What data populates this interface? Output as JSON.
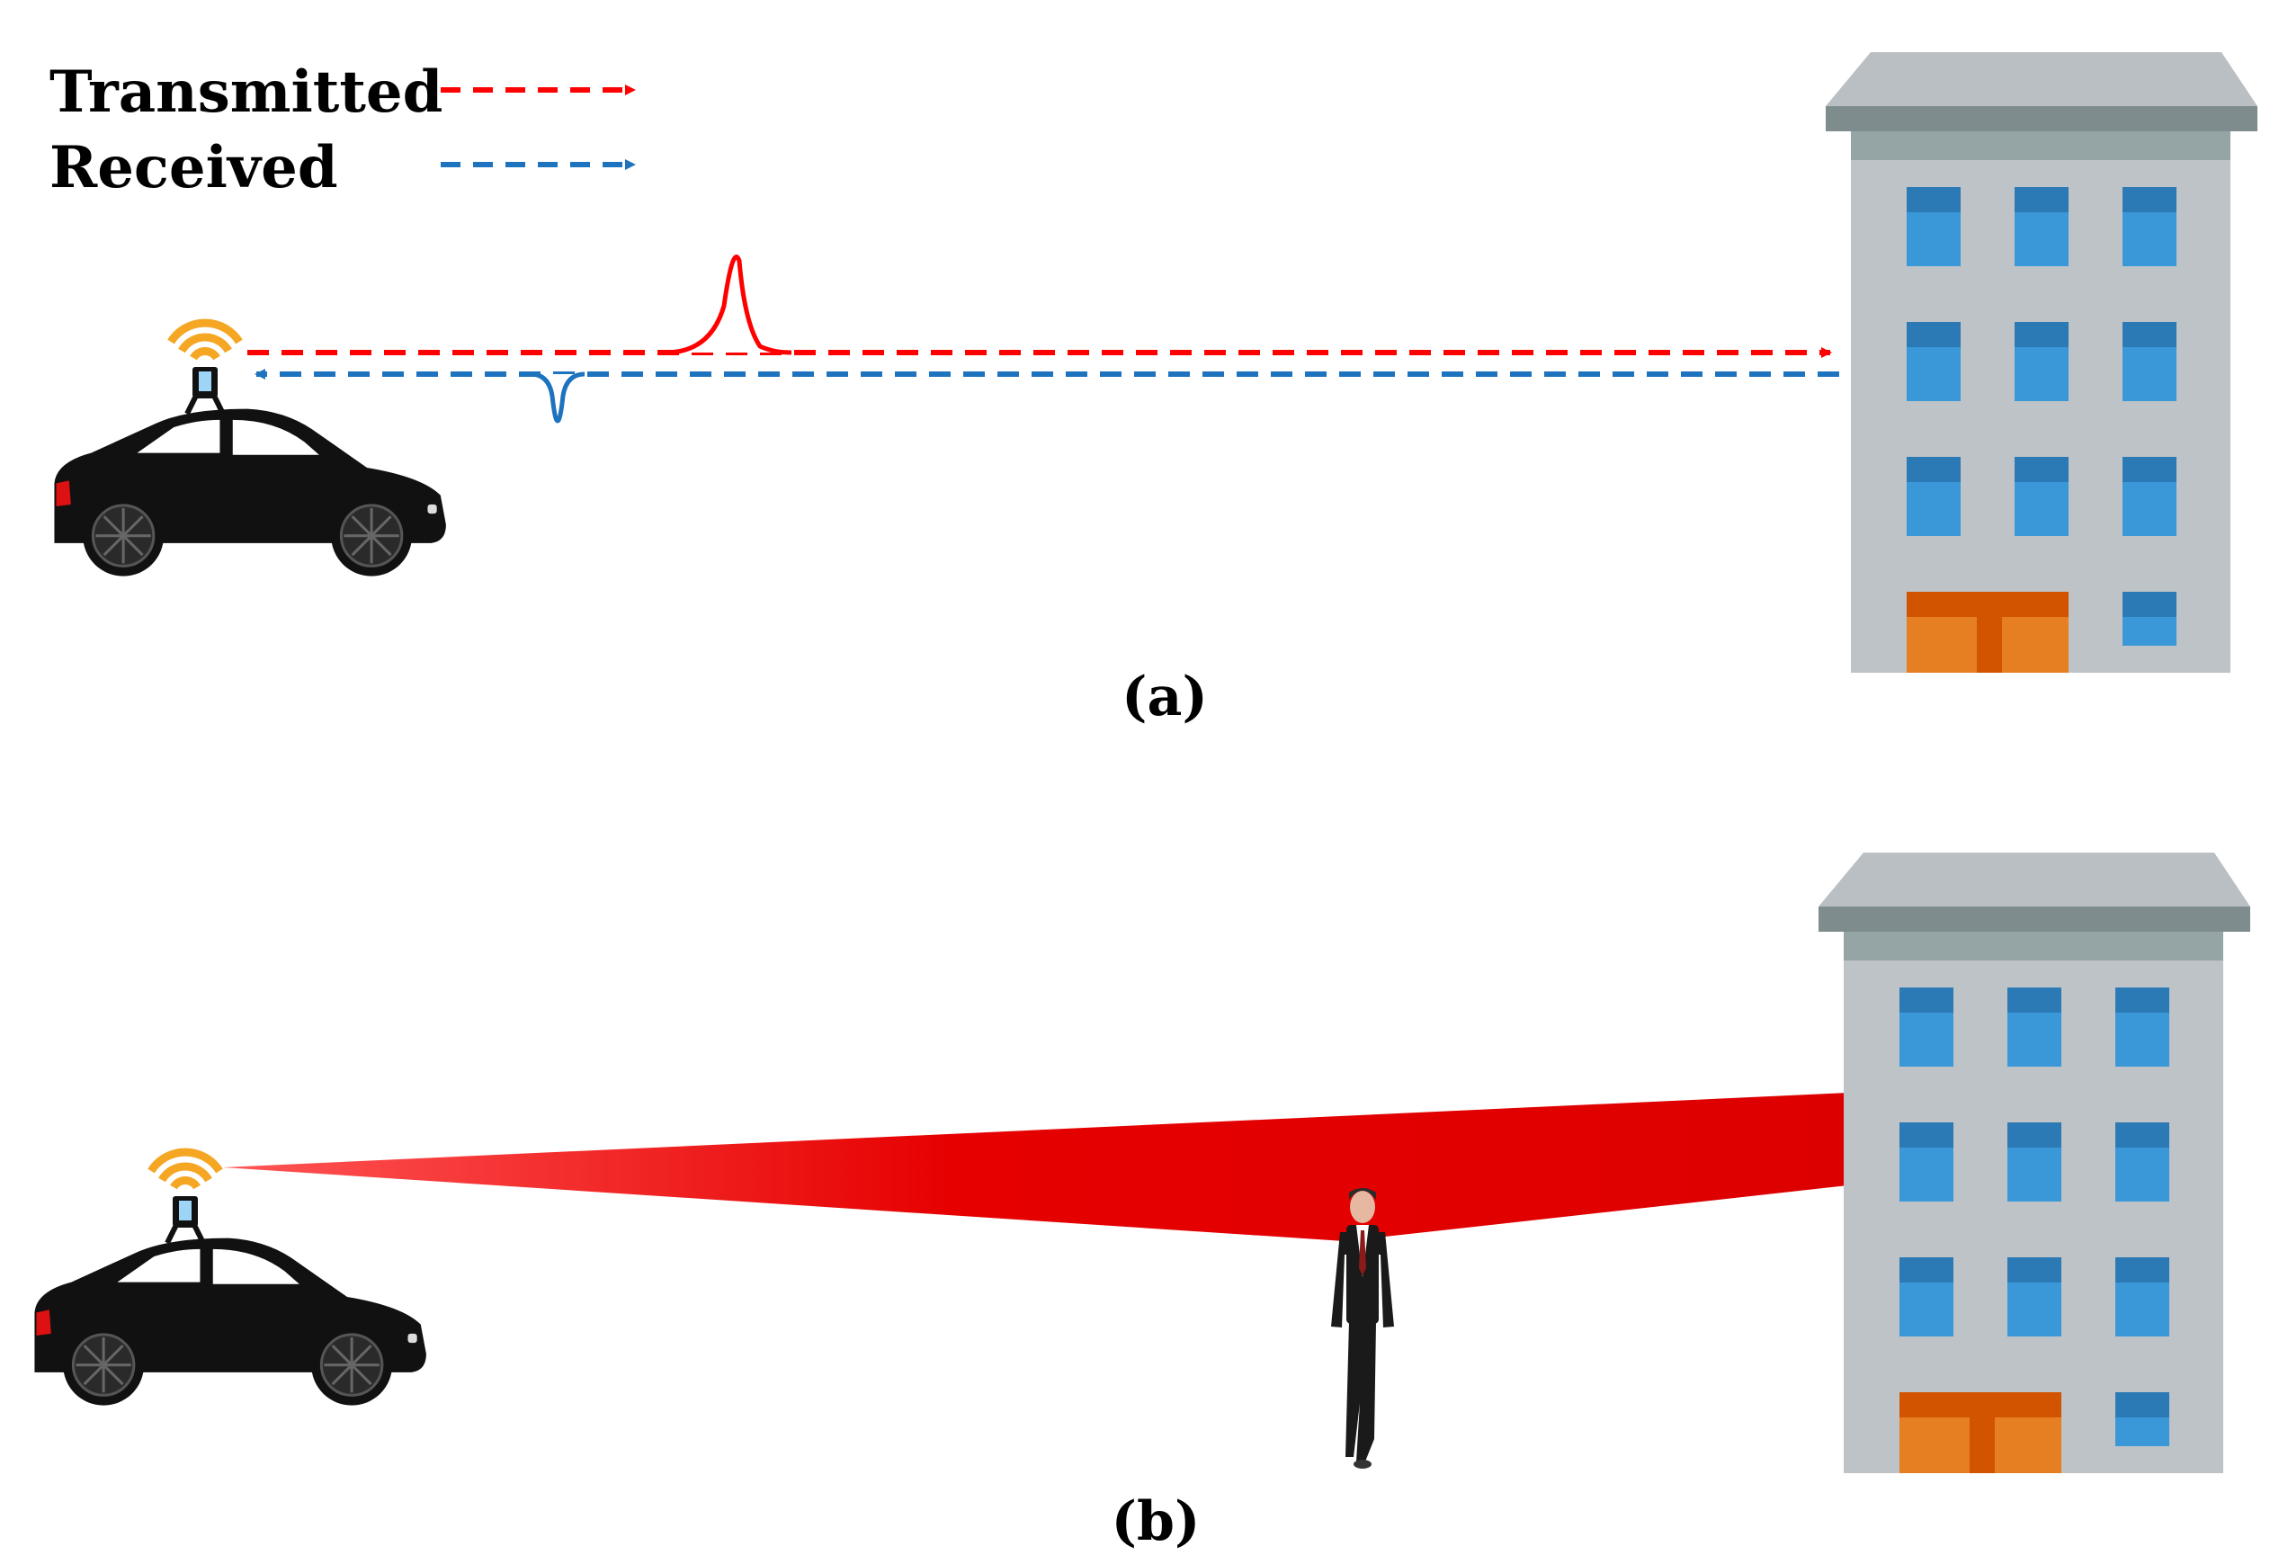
{
  "legend": {
    "transmitted": "Transmitted",
    "received": "Received"
  },
  "panels": {
    "a": "(a)",
    "b": "(b)"
  },
  "colors": {
    "transmitted": "#ff0000",
    "received": "#1e73be",
    "antenna": "#f5a623",
    "car": "#111111",
    "building_wall": "#bcc3c8",
    "building_roof": "#9aa6ab",
    "window": "#3a98d8",
    "window_top": "#2b7ab5",
    "door": "#e57f26",
    "door_frame": "#d35400",
    "beam": "#e00000"
  },
  "icons": [
    "car-icon",
    "wifi-antenna-icon",
    "building-icon",
    "person-icon",
    "radar-beam"
  ]
}
